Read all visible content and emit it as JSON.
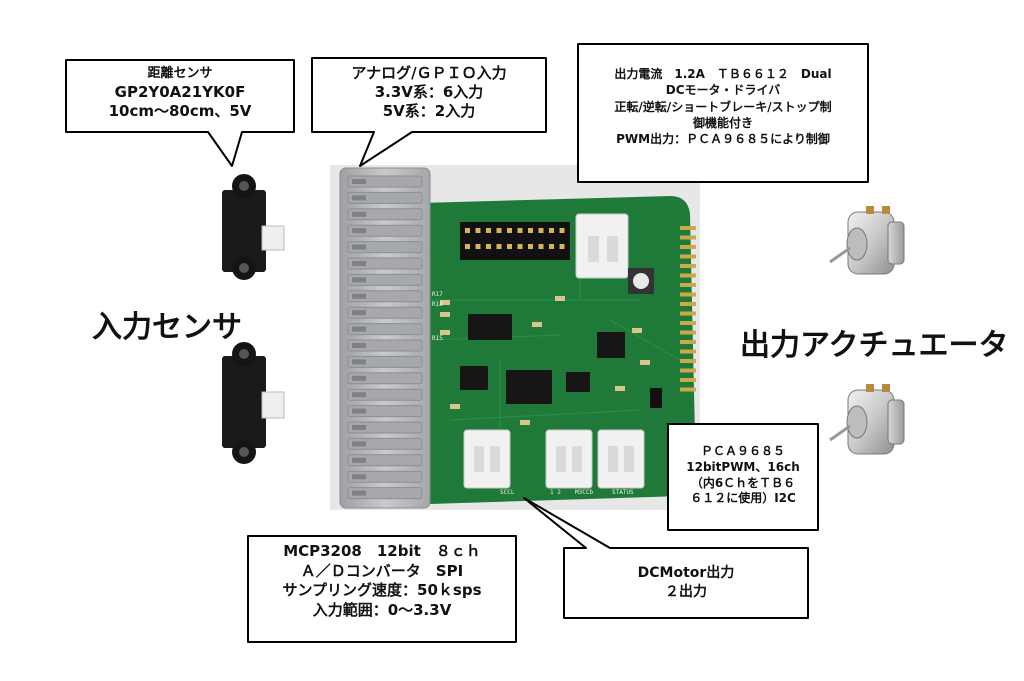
{
  "labels": {
    "input_sensor": "入力センサ",
    "output_actuator": "出力アクチュエータ"
  },
  "callouts": {
    "distance_sensor": [
      "距離センサ",
      "GP2Y0A21YK0F",
      "10cm～80cm、5V"
    ],
    "analog_gpio": [
      "アナログ/ＧＰＩＯ入力",
      "3.3V系：6入力",
      "5V系：2入力"
    ],
    "motor_driver": [
      "出力電流　1.2A　ＴＢ６６１２　Dual",
      "DCモータ・ドライバ",
      "正転/逆転/ショートブレーキ/ストップ制",
      "御機能付き",
      "PWM出力：ＰＣＡ９６８５により制御"
    ],
    "pwm": [
      "ＰＣＡ９６８５",
      "12bitPWM、16ch",
      "（内6ＣｈをＴＢ６",
      "６１２に使用）I2C"
    ],
    "adc": [
      "MCP3208　12bit　８ｃｈ",
      "Ａ／Ｄコンバータ　SPI",
      "サンプリング速度：50ｋsps",
      "入力範囲：0～3.3V"
    ],
    "dc_motor": [
      "DCMotor出力",
      "２出力"
    ]
  },
  "board_silkscreen": [
    "1 2",
    "M3CCb",
    "STATUS",
    "SCCL",
    "R17",
    "R18",
    "R15"
  ],
  "colors": {
    "pcb_green": "#1f7a3a",
    "connector_gray": "#b5b7ba",
    "callout_border": "#000000",
    "callout_fill": "#ffffff"
  }
}
